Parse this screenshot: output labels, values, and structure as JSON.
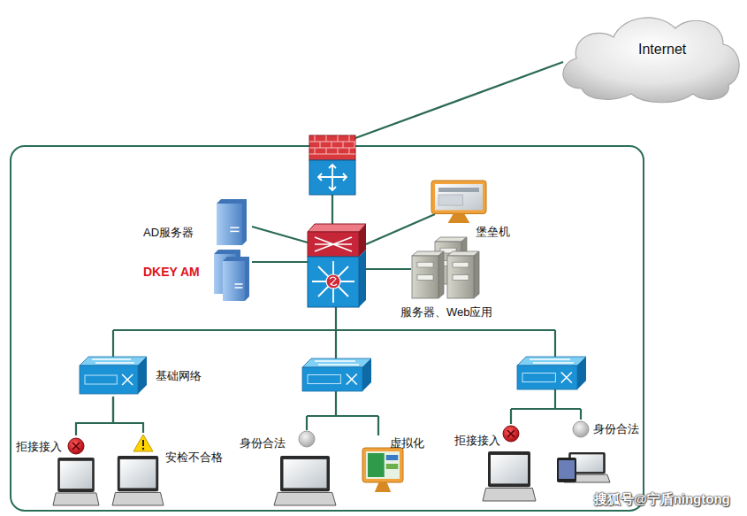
{
  "diagram": {
    "nodes": [
      {
        "text": [
          "Internet"
        ]
      },
      {
        "text": [
          "AD服务器"
        ]
      },
      {
        "text": [
          "DKEY AM"
        ]
      },
      {
        "text": [
          "堡垒机"
        ]
      },
      {
        "text": [
          "服务器、Web应用"
        ]
      },
      {
        "text": [
          "基础网络"
        ]
      },
      {
        "text": [
          "拒接接入"
        ]
      },
      {
        "text": [
          "安检不合格"
        ]
      },
      {
        "text": [
          "身份合法"
        ]
      },
      {
        "text": [
          "虚拟化"
        ]
      },
      {
        "text": [
          "拒接接入"
        ]
      },
      {
        "text": [
          "身份合法"
        ]
      }
    ],
    "edges": [
      {
        "from": 5,
        "to": 6,
        "arrow": "none"
      },
      {
        "from": 5,
        "to": 7,
        "arrow": "none"
      }
    ],
    "labels": [
      "搜狐号@宁盾ningtong"
    ]
  }
}
